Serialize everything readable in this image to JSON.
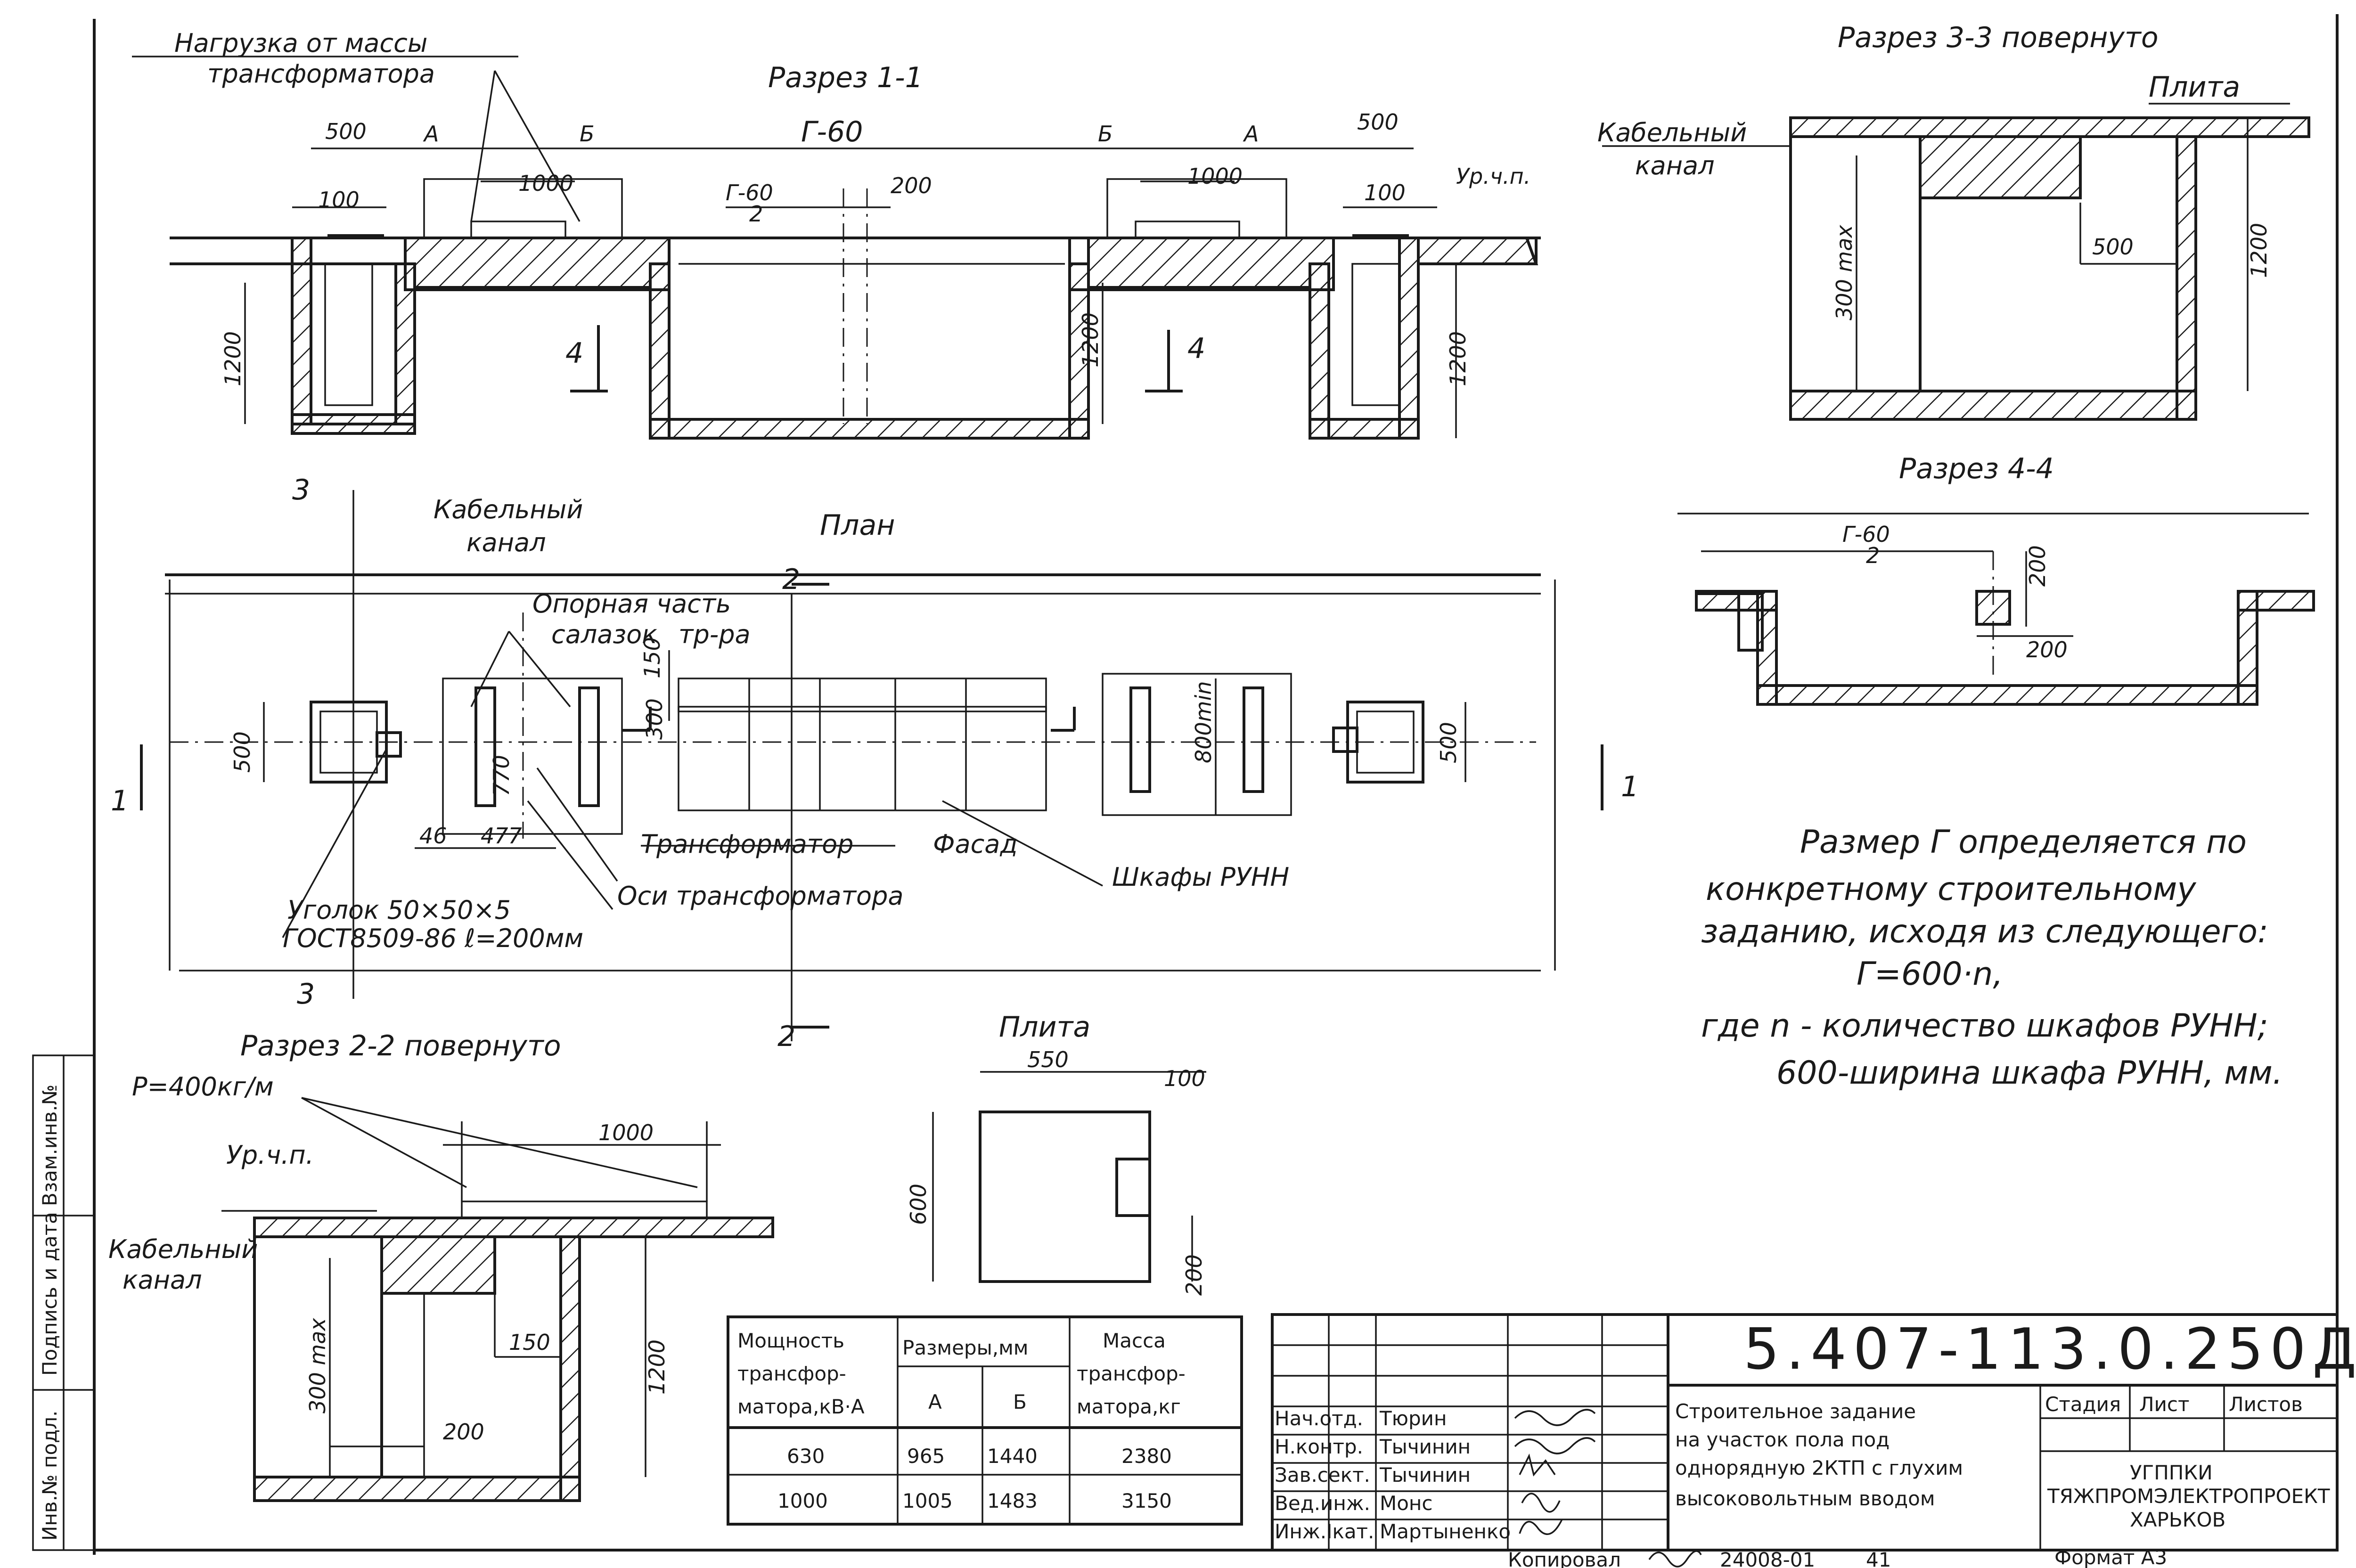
{
  "section_1_1": {
    "title": "Разрез 1-1",
    "load_label_line1": "Нагрузка от массы",
    "load_label_line2": "трансформатора",
    "dims": {
      "d500_left": "500",
      "d500_right": "500",
      "a_left": "А",
      "b_left": "Б",
      "b_right": "Б",
      "a_right": "А",
      "g60": "Г-60",
      "g60_half_num": "Г-60",
      "g60_half_den": "2",
      "d200": "200",
      "d1000_left": "1000",
      "d1000_right": "1000",
      "d100_left": "100",
      "d100_right": "100",
      "floor_level": "Ур.ч.п.",
      "h1200_left": "1200",
      "h1200_mid": "1200",
      "h1200_right": "1200",
      "cut4_left": "4",
      "cut4_right": "4"
    }
  },
  "section_3_3": {
    "title": "Разрез 3-3 повернуто",
    "plate": "Плита",
    "cable_channel_line1": "Кабельный",
    "cable_channel_line2": "канал",
    "d300max": "300 max",
    "d500": "500",
    "h1200": "1200"
  },
  "section_4_4": {
    "title": "Разрез 4-4",
    "g60_num": "Г-60",
    "g60_den": "2",
    "d200_v": "200",
    "d200_h": "200"
  },
  "plan": {
    "title": "План",
    "cable_channel_line1": "Кабельный",
    "cable_channel_line2": "канал",
    "support_line1": "Опорная часть",
    "support_line2": "салазок",
    "support_line3": "тр-ра",
    "cut2_top": "2",
    "cut2_bottom": "2",
    "cut3_top": "3",
    "cut3_bottom": "3",
    "cut1_left": "1",
    "cut1_right": "1",
    "d500_left": "500",
    "d500_right": "500",
    "d150": "150",
    "d300": "300",
    "d770": "770",
    "d46": "46",
    "d477": "477",
    "d800min": "800min",
    "transformer": "Трансформатор",
    "facade": "Фасад",
    "axes": "Оси трансформатора",
    "cabinets": "Шкафы РУНН",
    "angle_line1": "Уголок 50×50×5",
    "angle_line2": "ГОСТ8509-86 ℓ=200мм"
  },
  "section_2_2": {
    "title": "Разрез 2-2 повернуто",
    "load": "Р=400кг/м",
    "d1000": "1000",
    "floor_level": "Ур.ч.п.",
    "cable_channel_line1": "Кабельный",
    "cable_channel_line2": "канал",
    "d300max": "300 max",
    "d150": "150",
    "d200": "200",
    "h1200": "1200"
  },
  "plate_detail": {
    "title": "Плита",
    "d550": "550",
    "d100": "100",
    "d600": "600",
    "d200": "200"
  },
  "note": {
    "line1": "Размер Г определяется по",
    "line2": "конкретному строительному",
    "line3": "заданию, исходя из следующего:",
    "line4": "Г=600·n,",
    "line5": "где  n - количество шкафов РУНН;",
    "line6": "600-ширина шкафа РУНН, мм."
  },
  "spec_table": {
    "headers": {
      "power": [
        "Мощность",
        "трансфор-",
        "матора,кВ·А"
      ],
      "sizes": "Размеры,мм",
      "a": "А",
      "b": "Б",
      "mass": [
        "Масса",
        "трансфор-",
        "матора,кг"
      ]
    },
    "rows": [
      {
        "power": "630",
        "a": "965",
        "b": "1440",
        "mass": "2380"
      },
      {
        "power": "1000",
        "a": "1005",
        "b": "1483",
        "mass": "3150"
      }
    ]
  },
  "title_block": {
    "code": "5.407-113.0.250Д",
    "description": [
      "Строительное задание",
      "на участок пола под",
      "однорядную 2КТП с глухим",
      "высоковольтным вводом"
    ],
    "stage": "Стадия",
    "sheet": "Лист",
    "sheets": "Листов",
    "org_line1": "УГППКИ",
    "org_line2": "ТЯЖПРОМЭЛЕКТРОПРОЕКТ",
    "org_line3": "ХАРЬКОВ",
    "roles": [
      {
        "role": "Нач.отд.",
        "name": "Тюрин"
      },
      {
        "role": "Н.контр.",
        "name": "Тычинин"
      },
      {
        "role": "Зав.сект.",
        "name": "Тычинин"
      },
      {
        "role": "Вед.инж.",
        "name": "Монс"
      },
      {
        "role": "Инж.Ікат.",
        "name": "Мартыненко"
      }
    ],
    "copied": "Копировал",
    "copied_num": "24008-01",
    "copied_sheet": "41",
    "format": "Формат А3",
    "side_labels": [
      "Инв.№ подл.",
      "Подпись и дата",
      "Взам.инв.№"
    ]
  }
}
